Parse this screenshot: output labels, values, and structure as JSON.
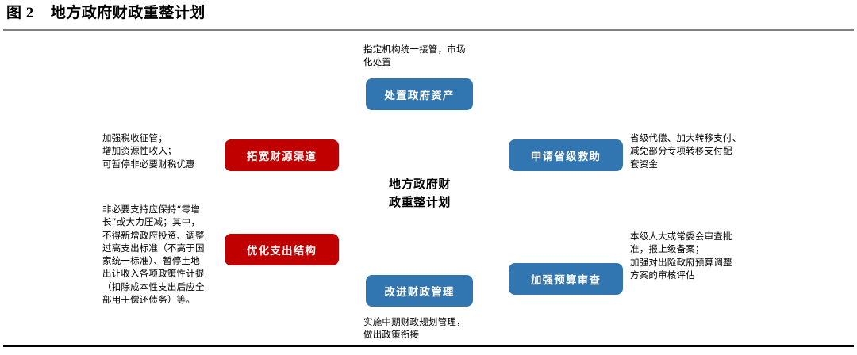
{
  "header": {
    "figure_label": "图 2",
    "title": "地方政府财政重整计划",
    "full_title": "图 2    地方政府财政重整计划"
  },
  "diagram": {
    "center_label": "地方政府财\n政重整计划",
    "colors": {
      "red_box": "#C00000",
      "blue_box": "#3276B1",
      "text": "#000000",
      "rule": "#808080"
    },
    "nodes": [
      {
        "id": "dispose-government-assets",
        "label": "处置政府资产",
        "color": "blue",
        "note": "指定机构统一接管，市场\n化处置",
        "note_position": "above"
      },
      {
        "id": "broaden-revenue-channels",
        "label": "拓宽财源渠道",
        "color": "red",
        "note": "加强税收征管；\n增加资源性收入；\n可暂停非必要财税优惠",
        "note_position": "left"
      },
      {
        "id": "optimize-expenditure-structure",
        "label": "优化支出结构",
        "color": "red",
        "note": "非必要支持应保持“零增\n长”或大力压减；其中，\n不得新增政府投资、调整\n过高支出标准（不高于国\n家统一标准）、暂停土地\n出让收入各项政策性计提\n（扣除成本性支出后应全\n部用于偿还债务）等。",
        "note_position": "left"
      },
      {
        "id": "apply-provincial-aid",
        "label": "申请省级救助",
        "color": "blue",
        "note": "省级代偿、加大转移支付、\n减免部分专项转移支付配\n套资金",
        "note_position": "right"
      },
      {
        "id": "strengthen-budget-review",
        "label": "加强预算审查",
        "color": "blue",
        "note": "本级人大或常委会审查批\n准，报上级备案；\n加强对出险政府预算调整\n方案的审核评估",
        "note_position": "right"
      },
      {
        "id": "improve-fiscal-management",
        "label": "改进财政管理",
        "color": "blue",
        "note": "实施中期财政规划管理，\n做出政策衔接",
        "note_position": "below"
      }
    ]
  },
  "footer": {
    "source": ""
  }
}
